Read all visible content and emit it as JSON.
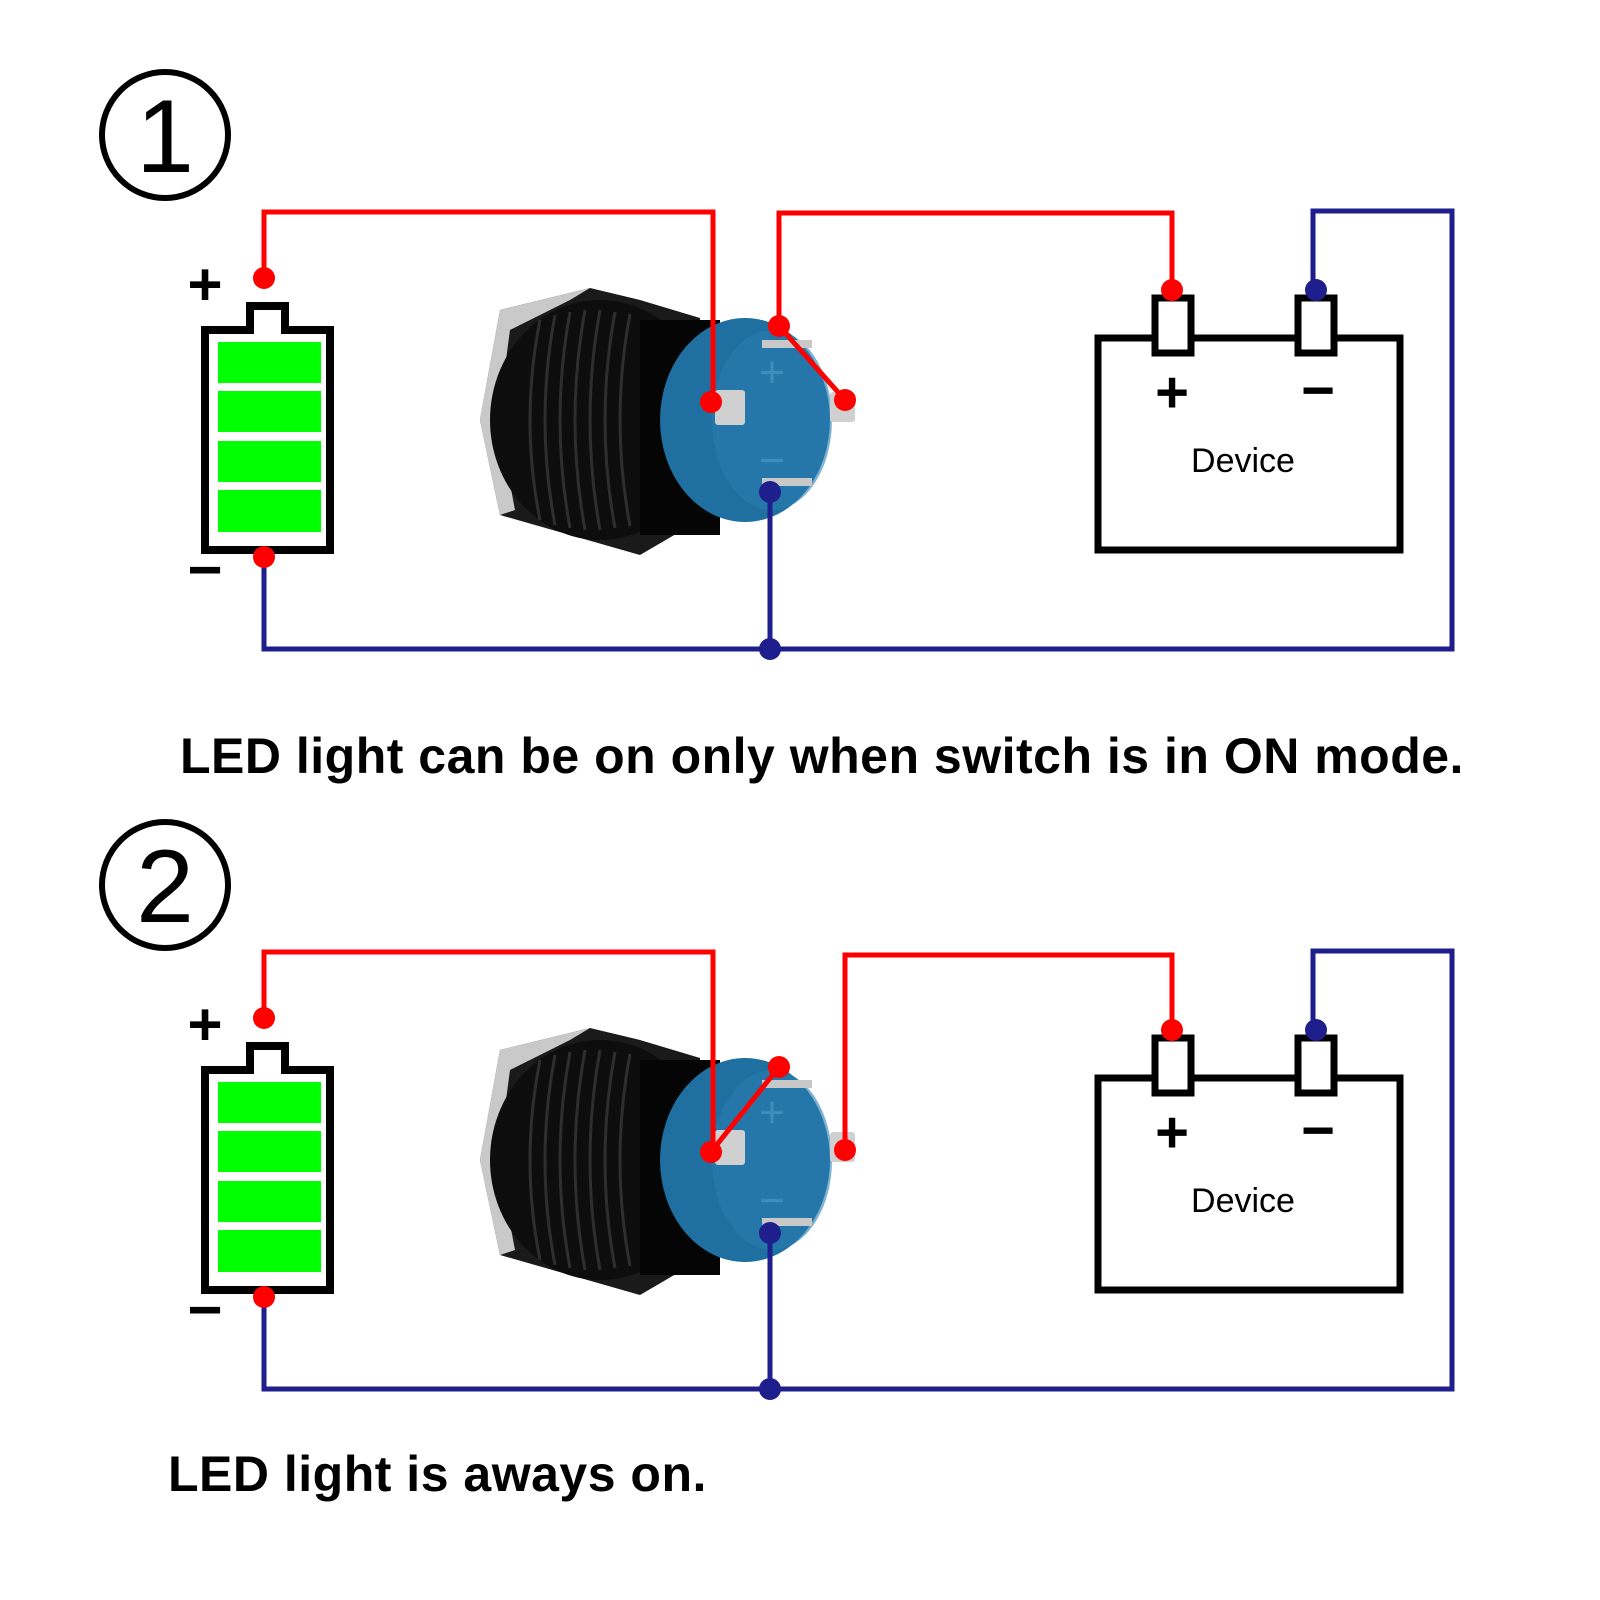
{
  "colors": {
    "positive_wire": "#ff0000",
    "negative_wire": "#1e1e8c",
    "battery_fill": "#00ff00",
    "outline": "#000000",
    "switch_body": "#0a0a0a",
    "switch_terminal_base": "#1f6fa0",
    "background": "#ffffff"
  },
  "diagrams": [
    {
      "number": "1",
      "battery": {
        "positive_label": "+",
        "negative_label": "−",
        "charge_cells": 4
      },
      "switch": {
        "plus_mark": "+",
        "minus_mark": "−",
        "jumper": "common-to-right-terminal"
      },
      "device": {
        "label": "Device",
        "positive_label": "+",
        "negative_label": "−"
      },
      "caption": "LED light can be on only when switch is in ON mode."
    },
    {
      "number": "2",
      "battery": {
        "positive_label": "+",
        "negative_label": "−",
        "charge_cells": 4
      },
      "switch": {
        "plus_mark": "+",
        "minus_mark": "−",
        "jumper": "left-terminal-to-led-plus"
      },
      "device": {
        "label": "Device",
        "positive_label": "+",
        "negative_label": "−"
      },
      "caption": "LED light is aways on."
    }
  ]
}
